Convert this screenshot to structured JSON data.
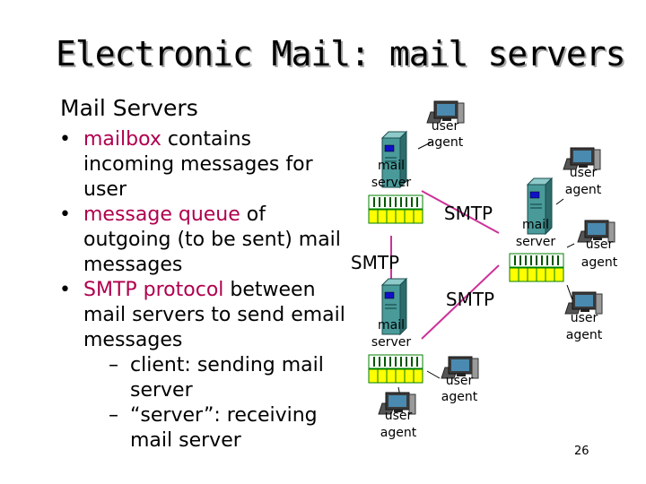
{
  "slide": {
    "title": "Electronic Mail: mail servers",
    "subtitle": "Mail Servers",
    "page_number": "26"
  },
  "bullets": {
    "b1": {
      "keyword": "mailbox",
      "rest": " contains incoming messages for user"
    },
    "b2": {
      "keyword": "message queue",
      "rest": " of outgoing (to be sent) mail messages"
    },
    "b3": {
      "keyword": "SMTP protocol",
      "rest": " between mail servers to send email messages"
    },
    "sub1": "client: sending mail server",
    "sub2": "“server”: receiving mail server"
  },
  "diagram": {
    "mail_server_line1": "mail",
    "mail_server_line2": "server",
    "user_agent_line1": "user",
    "user_agent_line2": "agent",
    "protocol_label": "SMTP"
  },
  "colors": {
    "accent_text": "#b0004e",
    "connector": "#cc3399",
    "queue_fill": "#ffff00",
    "queue_border": "#008000",
    "server_tower": "#4a9a9a"
  }
}
